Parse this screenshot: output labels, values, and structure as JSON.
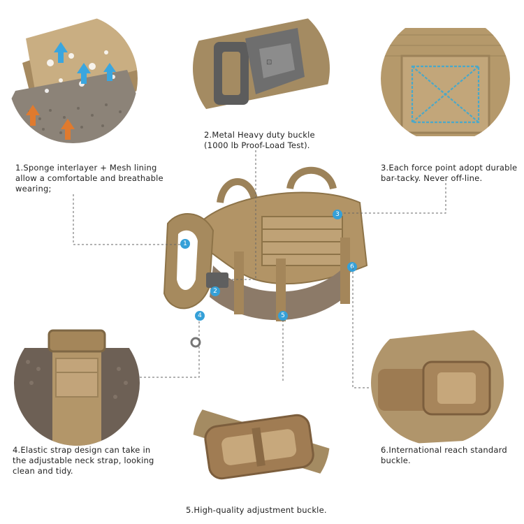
{
  "captions": {
    "c1": "1.Sponge interlayer + Mesh lining\nallow a comfortable and breathable\nwearing;",
    "c2": "2.Metal Heavy duty buckle\n(1000 lb Proof-Load Test).",
    "c3": "3.Each force point adopt durable\nbar-tacky. Never off-line.",
    "c4": "4.Elastic strap design can take in\nthe adjustable neck strap, looking\nclean and tidy.",
    "c5": "5.High-quality adjustment buckle.",
    "c6": "6.International reach standard\nbuckle."
  },
  "markers": [
    "1",
    "2",
    "3",
    "4",
    "5",
    "6"
  ],
  "colors": {
    "marker": "#35a0d8",
    "fabric": "#b89b6e",
    "fabric_dark": "#8f7650",
    "leader": "#666666",
    "metal": "#6b6b6b"
  }
}
